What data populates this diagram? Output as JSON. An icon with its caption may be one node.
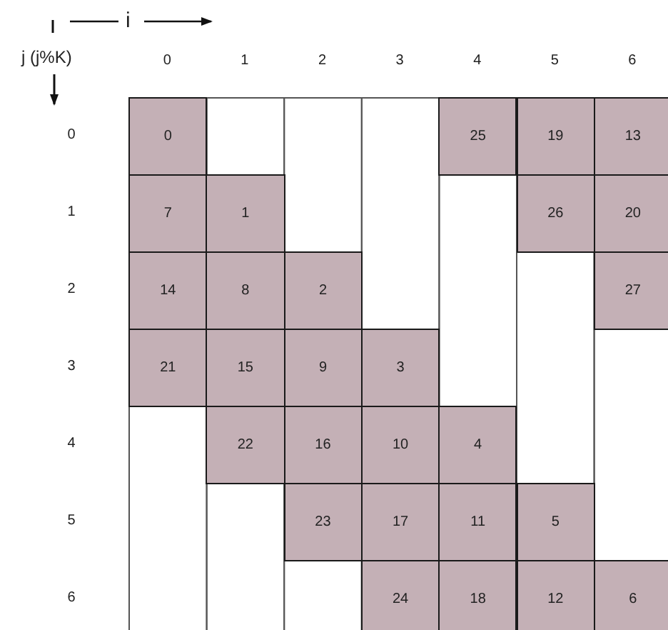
{
  "diagram": {
    "nodes": [
      {
        "text": [
          "0"
        ]
      },
      {
        "text": [
          "25"
        ]
      },
      {
        "text": [
          "19"
        ]
      },
      {
        "text": [
          "13"
        ]
      },
      {
        "text": [
          "7"
        ]
      },
      {
        "text": [
          "1"
        ]
      },
      {
        "text": [
          "26"
        ]
      },
      {
        "text": [
          "20"
        ]
      },
      {
        "text": [
          "14"
        ]
      },
      {
        "text": [
          "8"
        ]
      },
      {
        "text": [
          "2"
        ]
      },
      {
        "text": [
          "27"
        ]
      },
      {
        "text": [
          "21"
        ]
      },
      {
        "text": [
          "15"
        ]
      },
      {
        "text": [
          "9"
        ]
      },
      {
        "text": [
          "3"
        ]
      },
      {
        "text": [
          "22"
        ]
      },
      {
        "text": [
          "16"
        ]
      },
      {
        "text": [
          "10"
        ]
      },
      {
        "text": [
          "4"
        ]
      },
      {
        "text": [
          "23"
        ]
      },
      {
        "text": [
          "17"
        ]
      },
      {
        "text": [
          "11"
        ]
      },
      {
        "text": [
          "5"
        ]
      },
      {
        "text": [
          "24"
        ]
      },
      {
        "text": [
          "18"
        ]
      },
      {
        "text": [
          "12"
        ]
      },
      {
        "text": [
          "6"
        ]
      }
    ],
    "labels": [
      "i",
      "j (j%K)",
      "0",
      "1",
      "2",
      "3",
      "4",
      "5",
      "6",
      "0",
      "1",
      "2",
      "3",
      "4",
      "5",
      "6"
    ]
  }
}
